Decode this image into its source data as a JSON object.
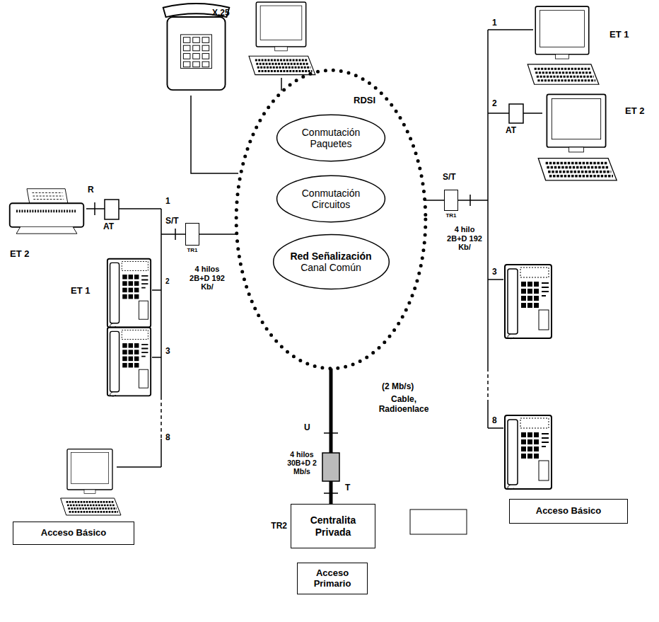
{
  "diagram": {
    "nodes": [
      {
        "text": [
          "RDSI"
        ]
      },
      {
        "text": [
          "Conmutación Paquetes"
        ],
        "in": 0
      },
      {
        "text": [
          "Conmutación Circuitos"
        ],
        "in": 0
      },
      {
        "text": [
          "Red Señalización Canal Común"
        ],
        "in": 0
      },
      {
        "text": [
          "TR1"
        ]
      },
      {
        "text": [
          "TR1"
        ]
      },
      {
        "text": [
          "TR2",
          "Centralita Privada"
        ]
      },
      {
        "text": [
          "Acceso Básico"
        ]
      },
      {
        "text": [
          "Acceso Primario"
        ]
      },
      {
        "text": [
          "Acceso Básico"
        ]
      }
    ],
    "edges": [
      {
        "from": 4,
        "to": 0,
        "arrow": "none"
      },
      {
        "from": 5,
        "to": 0,
        "arrow": "none"
      },
      {
        "from": 0,
        "to": 6,
        "arrow": "none"
      }
    ],
    "labels": [
      "X.25",
      "R",
      "1",
      "S/T",
      "AT",
      "ET 2",
      "2",
      "ET 1",
      "4 hilos 2B+D 192 Kb/",
      "3",
      "8",
      "1",
      "ET 1",
      "2",
      "S/T",
      "AT",
      "ET 2",
      "4 hilo 2B+D 192 Kb/",
      "3",
      "8",
      "(2 Mb/s)",
      "Cable, Radioenlace",
      "U",
      "4 hilos 30B+D 2 Mb/s",
      "T"
    ]
  }
}
